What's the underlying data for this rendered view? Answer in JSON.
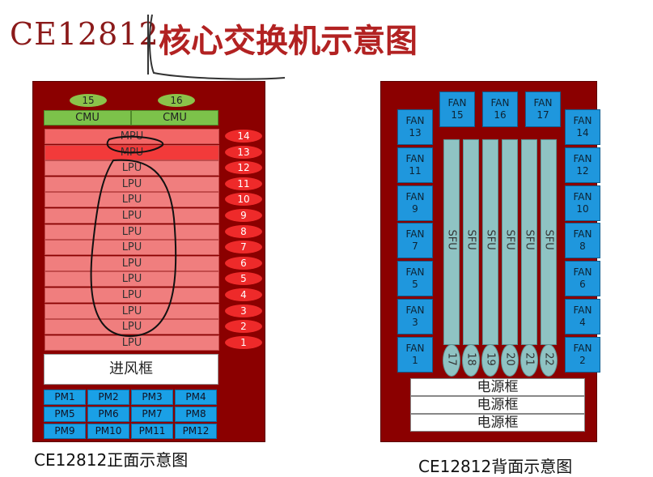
{
  "header": {
    "model": "CE12812",
    "title_cn": "核心交换机示意图"
  },
  "front": {
    "cmu_slots": [
      {
        "num": "15",
        "label": "CMU"
      },
      {
        "num": "16",
        "label": "CMU"
      }
    ],
    "slots": [
      {
        "label": "MPU",
        "num": "14"
      },
      {
        "label": "MPU",
        "num": "13"
      },
      {
        "label": "LPU",
        "num": "12"
      },
      {
        "label": "LPU",
        "num": "11"
      },
      {
        "label": "LPU",
        "num": "10"
      },
      {
        "label": "LPU",
        "num": "9"
      },
      {
        "label": "LPU",
        "num": "8"
      },
      {
        "label": "LPU",
        "num": "7"
      },
      {
        "label": "LPU",
        "num": "6"
      },
      {
        "label": "LPU",
        "num": "5"
      },
      {
        "label": "LPU",
        "num": "4"
      },
      {
        "label": "LPU",
        "num": "3"
      },
      {
        "label": "LPU",
        "num": "2"
      },
      {
        "label": "LPU",
        "num": "1"
      }
    ],
    "air_intake": "进风框",
    "pms": [
      "PM1",
      "PM2",
      "PM3",
      "PM4",
      "PM5",
      "PM6",
      "PM7",
      "PM8",
      "PM9",
      "PM10",
      "PM11",
      "PM12"
    ],
    "caption": "CE12812正面示意图"
  },
  "back": {
    "top_fans": [
      {
        "l1": "FAN",
        "l2": "15"
      },
      {
        "l1": "FAN",
        "l2": "16"
      },
      {
        "l1": "FAN",
        "l2": "17"
      }
    ],
    "left_fans": [
      {
        "l1": "FAN",
        "l2": "13"
      },
      {
        "l1": "FAN",
        "l2": "11"
      },
      {
        "l1": "FAN",
        "l2": "9"
      },
      {
        "l1": "FAN",
        "l2": "7"
      },
      {
        "l1": "FAN",
        "l2": "5"
      },
      {
        "l1": "FAN",
        "l2": "3"
      },
      {
        "l1": "FAN",
        "l2": "1"
      }
    ],
    "right_fans": [
      {
        "l1": "FAN",
        "l2": "14"
      },
      {
        "l1": "FAN",
        "l2": "12"
      },
      {
        "l1": "FAN",
        "l2": "10"
      },
      {
        "l1": "FAN",
        "l2": "8"
      },
      {
        "l1": "FAN",
        "l2": "6"
      },
      {
        "l1": "FAN",
        "l2": "4"
      },
      {
        "l1": "FAN",
        "l2": "2"
      }
    ],
    "sfus": [
      {
        "label": "SFU",
        "num": "17"
      },
      {
        "label": "SFU",
        "num": "18"
      },
      {
        "label": "SFU",
        "num": "19"
      },
      {
        "label": "SFU",
        "num": "20"
      },
      {
        "label": "SFU",
        "num": "21"
      },
      {
        "label": "SFU",
        "num": "22"
      }
    ],
    "power_frames": [
      "电源框",
      "电源框",
      "电源框"
    ],
    "caption": "CE12812背面示意图"
  }
}
